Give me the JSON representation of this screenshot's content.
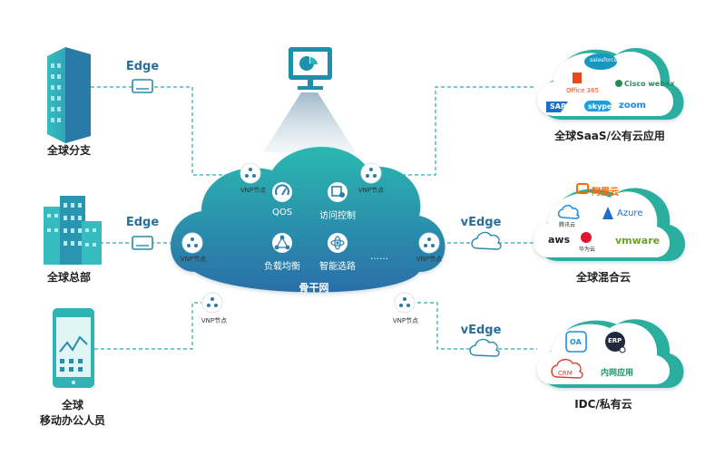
{
  "colors": {
    "teal": "#1fa3a3",
    "blue_dark": "#2a6fa6",
    "cloud_top": "#2cb3b2",
    "cloud_bottom": "#2c6fa6",
    "side_cloud_back": "#2ca8a6",
    "dash": "#2ca8a6"
  },
  "left": {
    "branch_label": "全球分支",
    "hq_label": "全球总部",
    "mobile_label_line1": "全球",
    "mobile_label_line2": "移动办公人员",
    "edge_top": "Edge",
    "edge_mid": "Edge"
  },
  "backbone": {
    "title": "骨干网",
    "features": [
      "QOS",
      "访问控制",
      "负载均衡",
      "智能选路",
      "……"
    ],
    "node_label": "VNP节点"
  },
  "right": {
    "saas_label": "全球SaaS/公有云应用",
    "hybrid_label": "全球混合云",
    "idc_label": "IDC/私有云",
    "vedge_mid": "vEdge",
    "vedge_bot": "vEdge",
    "saas_logos": [
      "salesforce",
      "Office 365",
      "Cisco webex",
      "SAP",
      "skype",
      "zoom"
    ],
    "hybrid_logos": [
      "阿里云",
      "腾讯云",
      "Azure",
      "aws",
      "华为云",
      "vmware"
    ],
    "idc_apps": [
      "OA",
      "ERP",
      "CRM",
      "内网应用"
    ]
  }
}
